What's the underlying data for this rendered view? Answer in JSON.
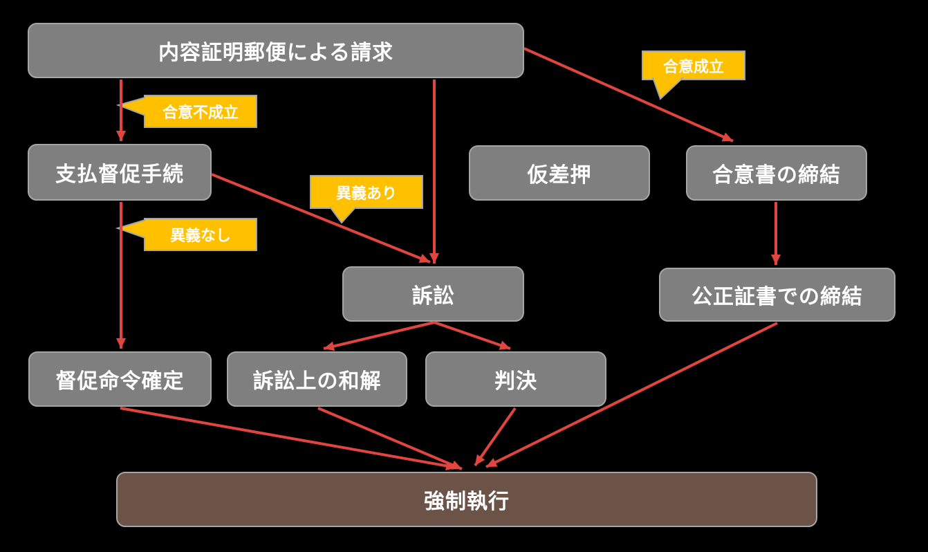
{
  "diagram": {
    "background_color": "#000000",
    "node_fill_color": "#7f7f7f",
    "node_border_color": "#a6a6a6",
    "terminal_node_fill_color": "#6b5347",
    "arrow_color": "#e0463f",
    "callout_fill_color": "#ffc000",
    "text_color": "#ffffff"
  },
  "nodes": {
    "request": {
      "label": "内容証明郵便による請求"
    },
    "payment_demand": {
      "label": "支払督促手続"
    },
    "provisional_seizure": {
      "label": "仮差押"
    },
    "agreement_doc": {
      "label": "合意書の締結"
    },
    "lawsuit": {
      "label": "訴訟"
    },
    "notarized_deed": {
      "label": "公正証書での締結"
    },
    "demand_order": {
      "label": "督促命令確定"
    },
    "settlement": {
      "label": "訴訟上の和解"
    },
    "judgment": {
      "label": "判決"
    },
    "enforcement": {
      "label": "強制執行"
    }
  },
  "callouts": {
    "no_agreement": {
      "label": "合意不成立"
    },
    "agreement": {
      "label": "合意成立"
    },
    "objection": {
      "label": "異義あり"
    },
    "no_objection": {
      "label": "異義なし"
    }
  },
  "edges": [
    {
      "from": "request",
      "to": "payment_demand",
      "label": "合意不成立"
    },
    {
      "from": "request",
      "to": "lawsuit",
      "label": ""
    },
    {
      "from": "request",
      "to": "agreement_doc",
      "label": "合意成立"
    },
    {
      "from": "payment_demand",
      "to": "lawsuit",
      "label": "異義あり"
    },
    {
      "from": "payment_demand",
      "to": "demand_order",
      "label": "異義なし"
    },
    {
      "from": "agreement_doc",
      "to": "notarized_deed",
      "label": ""
    },
    {
      "from": "lawsuit",
      "to": "settlement",
      "label": ""
    },
    {
      "from": "lawsuit",
      "to": "judgment",
      "label": ""
    },
    {
      "from": "demand_order",
      "to": "enforcement",
      "label": ""
    },
    {
      "from": "settlement",
      "to": "enforcement",
      "label": ""
    },
    {
      "from": "judgment",
      "to": "enforcement",
      "label": ""
    },
    {
      "from": "notarized_deed",
      "to": "enforcement",
      "label": ""
    }
  ]
}
